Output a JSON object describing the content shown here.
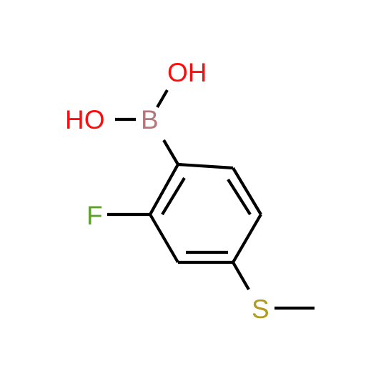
{
  "structure": {
    "atoms": {
      "hydroxyl_top": {
        "symbol": "OH",
        "color": "#ff0d0d"
      },
      "hydroxyl_left": {
        "symbol": "HO",
        "color": "#ff0d0d"
      },
      "boron": {
        "symbol": "B",
        "color": "#b5777b"
      },
      "fluorine": {
        "symbol": "F",
        "color": "#5ea12b"
      },
      "sulfur": {
        "symbol": "S",
        "color": "#b09a20"
      }
    }
  }
}
